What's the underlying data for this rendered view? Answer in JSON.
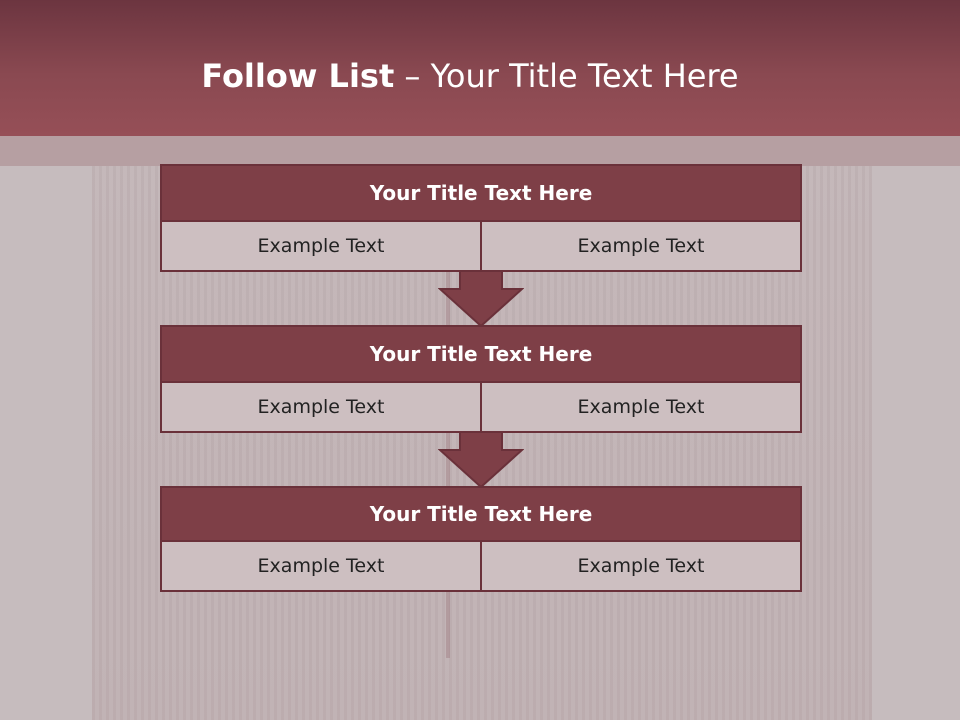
{
  "slide": {
    "title_bold": "Follow List",
    "title_rest": " – Your Title Text Here"
  },
  "blocks": [
    {
      "title": "Your Title Text Here",
      "cells": [
        "Example Text",
        "Example Text"
      ]
    },
    {
      "title": "Your Title Text Here",
      "cells": [
        "Example Text",
        "Example Text"
      ]
    },
    {
      "title": "Your Title Text Here",
      "cells": [
        "Example Text",
        "Example Text"
      ]
    }
  ],
  "colors": {
    "header": "#8a4951",
    "block_head": "#7e3f47",
    "block_border": "#6a313a",
    "cell_background": "#cdbfc1",
    "page_background": "#c6bcbe"
  }
}
